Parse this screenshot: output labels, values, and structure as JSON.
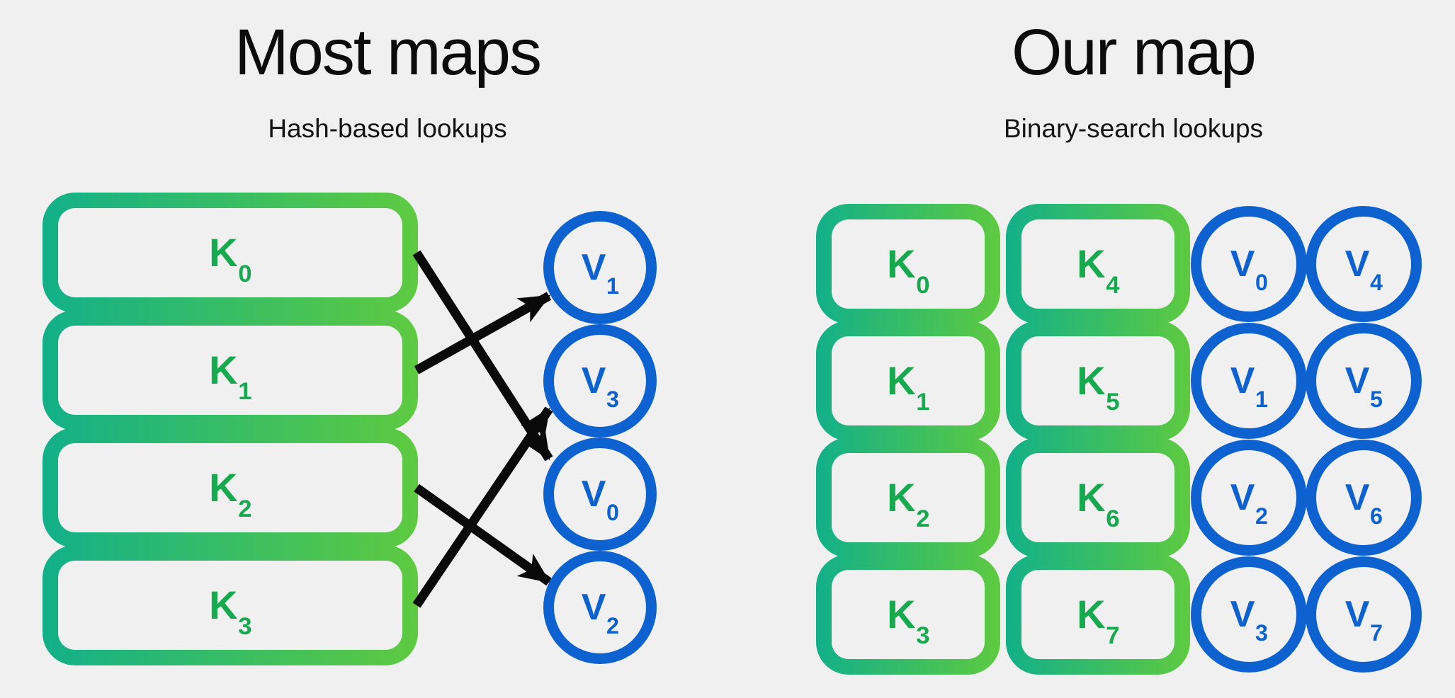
{
  "colors": {
    "background": "#f0f0f1",
    "key_gradient_start": "#12b089",
    "key_gradient_end": "#5eca40",
    "key_text_green": "#17a94e",
    "value_blue": "#0d62d0",
    "arrow_black": "#0a0a0a",
    "title_text": "#0c0c0c"
  },
  "left_panel": {
    "title": "Most maps",
    "subtitle": "Hash-based lookups",
    "keys": [
      {
        "base": "K",
        "sub": "0"
      },
      {
        "base": "K",
        "sub": "1"
      },
      {
        "base": "K",
        "sub": "2"
      },
      {
        "base": "K",
        "sub": "3"
      }
    ],
    "values": [
      {
        "base": "V",
        "sub": "1"
      },
      {
        "base": "V",
        "sub": "3"
      },
      {
        "base": "V",
        "sub": "0"
      },
      {
        "base": "V",
        "sub": "2"
      }
    ],
    "arrows": [
      {
        "from": "K0",
        "to": "V0"
      },
      {
        "from": "K1",
        "to": "V1"
      },
      {
        "from": "K2",
        "to": "V2"
      },
      {
        "from": "K3",
        "to": "V3"
      }
    ]
  },
  "right_panel": {
    "title": "Our map",
    "subtitle": "Binary-search lookups",
    "key_columns": [
      [
        {
          "base": "K",
          "sub": "0"
        },
        {
          "base": "K",
          "sub": "1"
        },
        {
          "base": "K",
          "sub": "2"
        },
        {
          "base": "K",
          "sub": "3"
        }
      ],
      [
        {
          "base": "K",
          "sub": "4"
        },
        {
          "base": "K",
          "sub": "5"
        },
        {
          "base": "K",
          "sub": "6"
        },
        {
          "base": "K",
          "sub": "7"
        }
      ]
    ],
    "value_columns": [
      [
        {
          "base": "V",
          "sub": "0"
        },
        {
          "base": "V",
          "sub": "1"
        },
        {
          "base": "V",
          "sub": "2"
        },
        {
          "base": "V",
          "sub": "3"
        }
      ],
      [
        {
          "base": "V",
          "sub": "4"
        },
        {
          "base": "V",
          "sub": "5"
        },
        {
          "base": "V",
          "sub": "6"
        },
        {
          "base": "V",
          "sub": "7"
        }
      ]
    ]
  }
}
